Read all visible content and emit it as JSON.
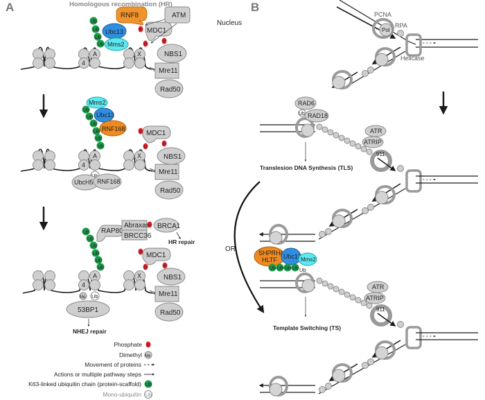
{
  "panels": {
    "a": {
      "letter": "A",
      "title": "Homologous recombination (HR)",
      "nucleus_label": "Nucleus",
      "step1": {
        "ub": [
          "Ub",
          "Ub",
          "Ub",
          "Ub"
        ],
        "ubc13": "Ubc13",
        "mms2": "Mms2",
        "rnf8": "RNF8",
        "atm": "ATM",
        "mdc1": "MDC1",
        "nbs1": "NBS1",
        "mre11": "Mre11",
        "rad50": "Rad50",
        "p": "P",
        "histone_a": "A",
        "histone_4": "4",
        "histone_x": "X"
      },
      "step2": {
        "ub": [
          "Ub",
          "Ub",
          "Ub",
          "Ub",
          "Ub",
          "Ub"
        ],
        "mms2": "Mms2",
        "ubc13": "Ubc13",
        "rnf168": "RNF168",
        "mdc1": "MDC1",
        "nbs1": "NBS1",
        "mre11": "Mre11",
        "rad50": "Rad50",
        "mono_ub": "Ub",
        "ubch5c": "UbcH5c",
        "rnf168_b": "RNF168",
        "p": "P",
        "histone_a": "A",
        "histone_4": "4",
        "histone_x": "X"
      },
      "step3": {
        "ub": [
          "Ub",
          "Ub",
          "Ub",
          "Ub",
          "Ub",
          "Ub"
        ],
        "rap80": "RAP80",
        "abraxas": "Abraxas",
        "brcc36": "BRCC36",
        "brca1": "BRCA1",
        "hr_repair": "HR repair",
        "mdc1": "MDC1",
        "nbs1": "NBS1",
        "mre11": "Mre11",
        "rad50": "Rad50",
        "me": "Me",
        "mono_ub": "Ub",
        "bp53": "53BP1",
        "nhej_repair": "NHEJ repair",
        "p": "P",
        "histone_a": "A",
        "histone_4": "4",
        "histone_x": "X"
      }
    },
    "b": {
      "letter": "B",
      "pcna": "PCNA",
      "pol": "Pol",
      "rpa": "RPA",
      "helicase": "Helicase",
      "tls": {
        "rad6": "RAD6",
        "rad18": "RAD18",
        "ub": "Ub",
        "atr": "ATR",
        "atrip": "ATRIP",
        "n911": "911",
        "label": "Translesion DNA Synthesis (TLS)"
      },
      "or_label": "OR",
      "ts": {
        "shprh": "SHPRH/",
        "hltf": "HLTF",
        "ubc13": "Ubc13",
        "mms2": "Mms2",
        "ub_chain": [
          "Ub",
          "Ub",
          "Ub",
          "Ub"
        ],
        "mono_ub": "Ub",
        "atr": "ATR",
        "atrip": "ATRIP",
        "n911": "911",
        "label": "Template Switching (TS)"
      }
    }
  },
  "legend": [
    {
      "label": "Phosphate",
      "symbol": "P",
      "icon": "phosphate-icon"
    },
    {
      "label": "Dimethyl",
      "symbol": "Me",
      "icon": "dimethyl-icon"
    },
    {
      "label": "Movement of proteins",
      "symbol": "",
      "icon": "dashed-arrow-icon"
    },
    {
      "label": "Actions or multiple pathway steps",
      "symbol": "",
      "icon": "solid-arrow-icon"
    },
    {
      "label": "K63-linked ubiquitin chain (protein-scaffold)",
      "symbol": "Ub",
      "icon": "k63-ubiquitin-icon"
    },
    {
      "label": "Mono-ubiquitin",
      "symbol": "Ub",
      "icon": "mono-ubiquitin-icon"
    }
  ],
  "colors": {
    "rnf8": "#f0932b",
    "rnf168": "#ee8a1f",
    "ubc13": "#2f8ee0",
    "mms2": "#5ee8f0",
    "ub_chain": "#1a9a4a",
    "phosphate": "#e0222a",
    "protein_gray": "#cfcfcf"
  }
}
